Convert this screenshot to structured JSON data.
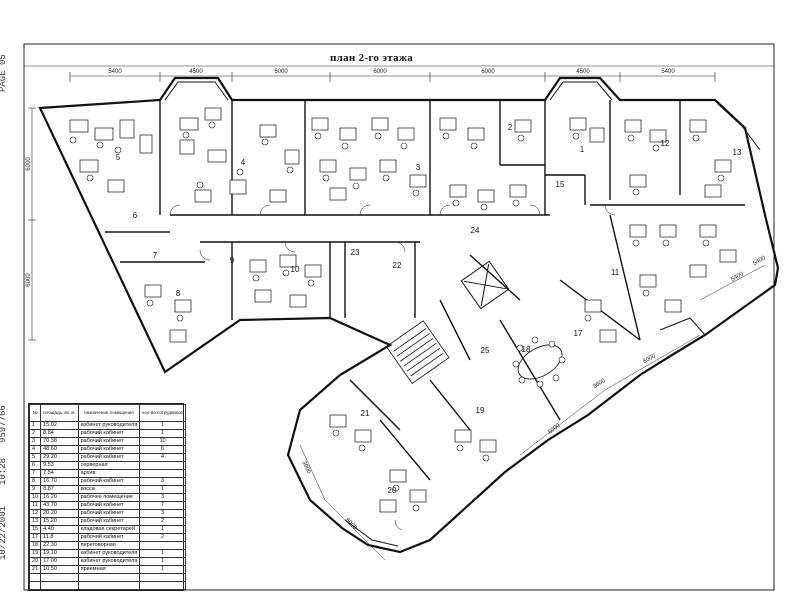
{
  "fax": {
    "page": "PAGE  05",
    "id": "9597766",
    "time": "10:28",
    "date": "10/22/2001"
  },
  "title": "план 2-го этажа",
  "dimensions_top": [
    "5400",
    "4500",
    "6000",
    "6000",
    "6000",
    "4500",
    "5400"
  ],
  "dimensions_left": [
    "6000",
    "6000"
  ],
  "dimensions_diag": [
    "5400",
    "5400",
    "6000",
    "6000",
    "3600",
    "3000",
    "6000"
  ],
  "room_numbers": [
    "1",
    "2",
    "3",
    "4",
    "5",
    "6",
    "7",
    "8",
    "9",
    "10",
    "11",
    "12",
    "13",
    "15",
    "17",
    "18",
    "19",
    "20",
    "21",
    "22",
    "23",
    "24",
    "25"
  ],
  "legend": {
    "headers": [
      "№",
      "площадь, кв. м.",
      "назначение помещения",
      "кол-во сотрудников"
    ],
    "rows": [
      [
        "1",
        "15.02",
        "кабинет руководителя",
        "1"
      ],
      [
        "2",
        "8.84",
        "рабочий кабинет",
        "1"
      ],
      [
        "3",
        "70.38",
        "рабочий кабинет",
        "10"
      ],
      [
        "4",
        "48.60",
        "рабочий кабинет",
        "6"
      ],
      [
        "5",
        "29.20",
        "рабочий кабинет",
        "4"
      ],
      [
        "6",
        "9.53",
        "серверная",
        ""
      ],
      [
        "7",
        "7.54",
        "архив",
        ""
      ],
      [
        "8",
        "16.70",
        "рабочий кабинет",
        "3"
      ],
      [
        "9",
        "8.87",
        "касса",
        "1"
      ],
      [
        "10",
        "16.20",
        "рабочее помещение",
        "3"
      ],
      [
        "11",
        "43.70",
        "рабочий кабинет",
        "7"
      ],
      [
        "12",
        "20.20",
        "рабочий кабинет",
        "3"
      ],
      [
        "13",
        "15.20",
        "рабочий кабинет",
        "2"
      ],
      [
        "15",
        "4.40",
        "кладовая секретарей",
        "1"
      ],
      [
        "17",
        "11.8",
        "рабочий кабинет",
        "2"
      ],
      [
        "18",
        "22.30",
        "переговорная",
        ""
      ],
      [
        "19",
        "19.10",
        "кабинет руководителя",
        "1"
      ],
      [
        "20",
        "17.00",
        "кабинет руководителя",
        "1"
      ],
      [
        "21",
        "10.50",
        "приемная",
        "1"
      ],
      [
        "",
        "",
        "",
        ""
      ],
      [
        "",
        "",
        "",
        ""
      ]
    ]
  }
}
